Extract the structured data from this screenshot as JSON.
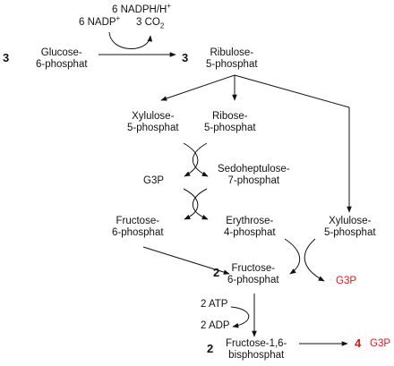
{
  "labels": {
    "coef_glucose": "3",
    "glucose_l1": "Glucose-",
    "glucose_l2": "6-phosphat",
    "nadp_in": "6 NADP",
    "nadp_in_sup": "+",
    "nadph_out": "6 NADPH/H",
    "nadph_out_sup": "+",
    "co2_out": "3 CO",
    "co2_sub": "2",
    "coef_ribulose": "3",
    "ribulose_l1": "Ribulose-",
    "ribulose_l2": "5-phosphat",
    "xylulose_l1": "Xylulose-",
    "xylulose_l2": "5-phosphat",
    "ribose_l1": "Ribose-",
    "ribose_l2": "5-phosphat",
    "g3p_mid": "G3P",
    "sedo_l1": "Sedoheptulose-",
    "sedo_l2": "7-phosphat",
    "fructose6_l1": "Fructose-",
    "fructose6_l2": "6-phosphat",
    "erythrose_l1": "Erythrose-",
    "erythrose_l2": "4-phosphat",
    "xylulose2_l1": "Xylulose-",
    "xylulose2_l2": "5-phosphat",
    "coef_fructose6": "2",
    "fructose6b_l1": "Fructose-",
    "fructose6b_l2": "6-phosphat",
    "g3p_red1": "G3P",
    "atp": "2 ATP",
    "adp": "2 ADP",
    "coef_fbp": "2",
    "fbp_l1": "Fructose-1,6-",
    "fbp_l2": "bisphosphat",
    "coef_g3p_final": "4",
    "g3p_final": "G3P"
  },
  "colors": {
    "text": "#111111",
    "highlight": "#e8141c",
    "arrow": "#111111"
  }
}
